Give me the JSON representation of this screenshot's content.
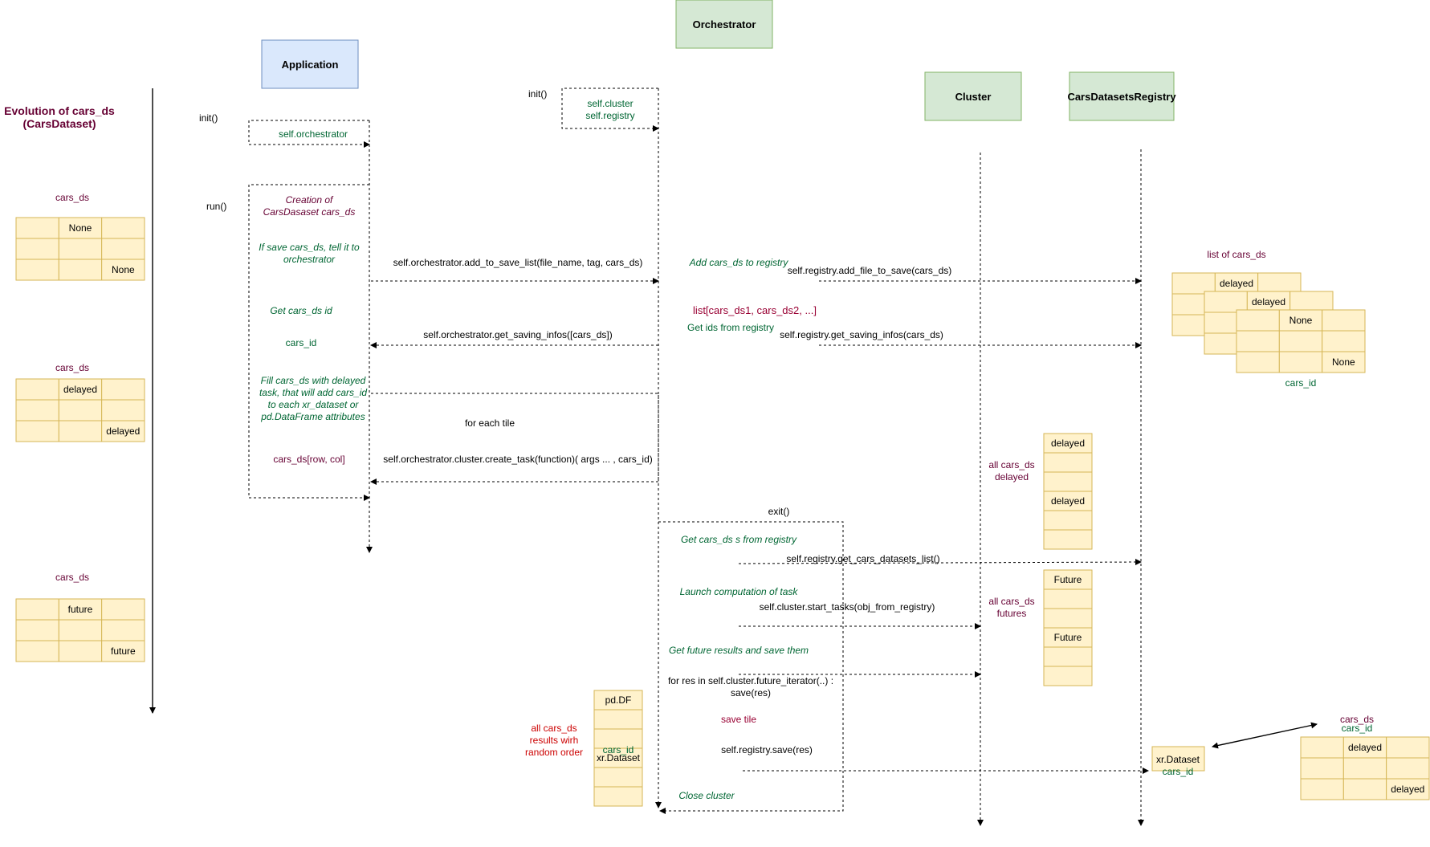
{
  "participants": {
    "application": "Application",
    "orchestrator": "Orchestrator",
    "cluster": "Cluster",
    "registry": "CarsDatasetsRegistry"
  },
  "colors": {
    "application_fill": "#dae8fc",
    "application_stroke": "#6c8ebf",
    "green_fill": "#d5e8d4",
    "green_stroke": "#82b366",
    "cell_fill": "#fff2cc",
    "cell_stroke": "#d6b656"
  },
  "evolution": {
    "title_line1": "Evolution of cars_ds",
    "title_line2": "(CarsDataset)",
    "label1": "cars_ds",
    "grid1": [
      "",
      "None",
      "",
      "",
      "",
      "",
      "",
      "",
      "None"
    ],
    "label2": "cars_ds",
    "grid2": [
      "",
      "delayed",
      "",
      "",
      "",
      "",
      "",
      "",
      "delayed"
    ],
    "label3": "cars_ds",
    "grid3": [
      "",
      "future",
      "",
      "",
      "",
      "",
      "",
      "",
      "future"
    ]
  },
  "application": {
    "init": "init()",
    "self_orchestrator": "self.orchestrator",
    "run": "run()",
    "creation_l1": "Creation of",
    "creation_l2": "CarsDasaset cars_ds",
    "if_save_l1": "If save cars_ds, tell it to",
    "if_save_l2": "orchestrator",
    "get_id": "Get cars_ds id",
    "cars_id": "cars_id",
    "fill_l1": "Fill cars_ds with delayed",
    "fill_l2": "task, that will add cars_id",
    "fill_l3": "to each xr_dataset or",
    "fill_l4": "pd.DataFrame attributes",
    "cars_ds_row_col": "cars_ds[row, col]"
  },
  "orchestrator": {
    "init": "init()",
    "self_cluster": "self.cluster",
    "self_registry": "self.registry",
    "add_to_save_list": "self.orchestrator.add_to_save_list(file_name, tag, cars_ds)",
    "add_to_registry": "Add cars_ds to registry",
    "add_file_to_save": "self.registry.add_file_to_save(cars_ds)",
    "list_cars_ds": "list[cars_ds1, cars_ds2, ...]",
    "get_ids": "Get ids from registry",
    "get_saving_infos_app": "self.orchestrator.get_saving_infos([cars_ds])",
    "get_saving_infos_reg": "self.registry.get_saving_infos(cars_ds)",
    "for_each_tile": "for each tile",
    "create_task": "self.orchestrator.cluster.create_task(function)( args ... , cars_id)",
    "exit": "exit()",
    "get_cars_ds_s": "Get cars_ds s from registry",
    "get_list": "self.registry.get_cars_datasets_list()",
    "launch": "Launch computation of task",
    "start_tasks": "self.cluster.start_tasks(obj_from_registry)",
    "get_future": "Get future results and save them",
    "for_res_l1": "for res in self.cluster.future_iterator(..) :",
    "for_res_l2": "save(res)",
    "save_tile": "save tile",
    "registry_save": "self.registry.save(res)",
    "close_cluster": "Close cluster"
  },
  "cluster_side": {
    "delayed_l1": "all cars_ds",
    "delayed_l2": "delayed",
    "delayed_cells": [
      "delayed",
      "",
      "",
      "delayed",
      "",
      ""
    ],
    "futures_l1": "all cars_ds",
    "futures_l2": "futures",
    "future_cells": [
      "Future",
      "",
      "",
      "Future",
      "",
      ""
    ]
  },
  "results": {
    "l1": "all cars_ds",
    "l2": "results wirh",
    "l3": "random order",
    "cells": [
      "pd.DF",
      "",
      "",
      "xr.Dataset",
      "",
      ""
    ],
    "cars_id": "cars_id"
  },
  "registry_side": {
    "list_label": "list of cars_ds",
    "stack_cells_1": [
      "",
      "delayed",
      ""
    ],
    "stack_cells_2": [
      "",
      "delayed",
      ""
    ],
    "front_grid": [
      "",
      "None",
      "",
      "",
      "",
      "",
      "",
      "",
      "None"
    ],
    "cars_id": "cars_id",
    "xr_dataset": "xr.Dataset",
    "xr_cars_id": "cars_id",
    "final_label_1": "cars_ds",
    "final_label_2": "cars_id",
    "final_grid": [
      "",
      "delayed",
      "",
      "",
      "",
      "",
      "",
      "",
      "delayed"
    ]
  }
}
